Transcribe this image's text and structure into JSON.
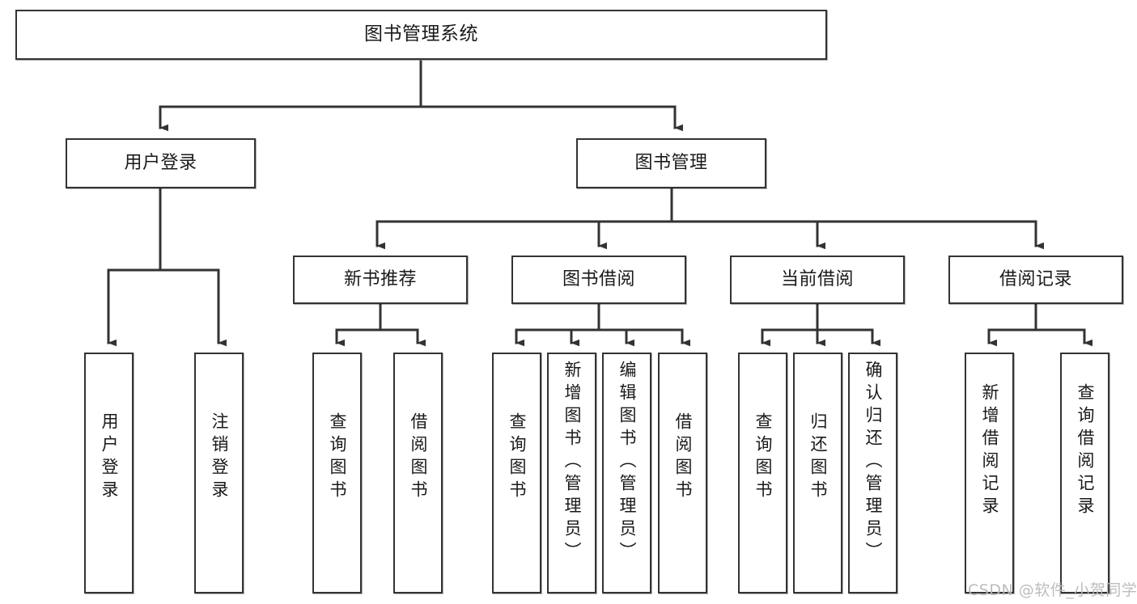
{
  "diagram": {
    "title": "图书管理系统",
    "type": "tree-hierarchy-chart",
    "orientation": "top-down",
    "colors": {
      "box_border": "#333333",
      "box_fill": "#ffffff",
      "edge": "#333333",
      "text": "#1a1a1a",
      "watermark": "#b9b9b9",
      "background": "#ffffff"
    },
    "root": {
      "label": "图书管理系统"
    },
    "level2": [
      {
        "label": "用户登录"
      },
      {
        "label": "图书管理"
      }
    ],
    "level3": [
      {
        "label": "新书推荐"
      },
      {
        "label": "图书借阅"
      },
      {
        "label": "当前借阅"
      },
      {
        "label": "借阅记录"
      }
    ],
    "leaves": {
      "user_login": [
        {
          "label": "用户登录"
        },
        {
          "label": "注销登录"
        }
      ],
      "new_book_recommend": [
        {
          "label": "查询图书"
        },
        {
          "label": "借阅图书"
        }
      ],
      "book_borrow": [
        {
          "label": "查询图书"
        },
        {
          "label": "新增图书（管理员）"
        },
        {
          "label": "编辑图书（管理员）"
        },
        {
          "label": "借阅图书"
        }
      ],
      "current_borrow": [
        {
          "label": "查询图书"
        },
        {
          "label": "归还图书"
        },
        {
          "label": "确认归还（管理员）"
        }
      ],
      "borrow_record": [
        {
          "label": "新增借阅记录"
        },
        {
          "label": "查询借阅记录"
        }
      ]
    }
  },
  "watermark": {
    "text": "CSDN @软件_小贺同学"
  }
}
